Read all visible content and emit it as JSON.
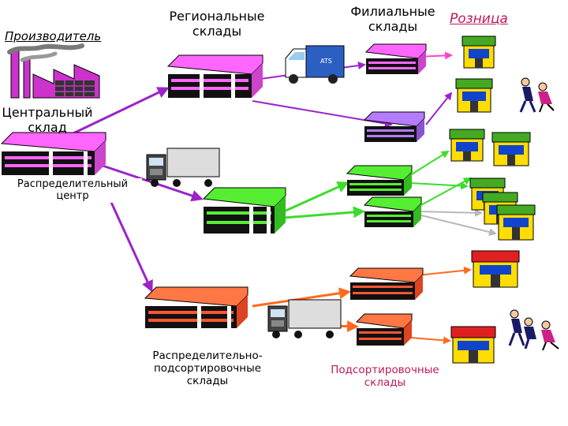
{
  "labels": {
    "manufacturer": "Производитель",
    "regional": "Региональные\nсклады",
    "branch": "Филиальные\nсклады",
    "retail": "Розница",
    "central": "Центральный\nсклад",
    "distribution": "Распределительный\nцентр",
    "dist_sorting": "Распределительно-\nподсортировочные\nсклады",
    "sorting": "Подсортировочные\nсклады"
  },
  "colors": {
    "purple": "#9b24c9",
    "green": "#3cdc2c",
    "orange": "#ff6a1e",
    "gray": "#b8b8b8",
    "retail_label": "#c0185a",
    "building_pink": "#ff66ff",
    "building_violet": "#b57cff",
    "building_green": "#55ee33",
    "building_orange": "#ff5533",
    "store_green": "#44aa22",
    "store_yellow": "#ffdd00",
    "store_red": "#e02020",
    "truck_blue": "#2b5fc2"
  },
  "icons": [
    "factory-icon",
    "warehouse-icon",
    "truck-icon",
    "store-icon",
    "shoppers-icon"
  ]
}
